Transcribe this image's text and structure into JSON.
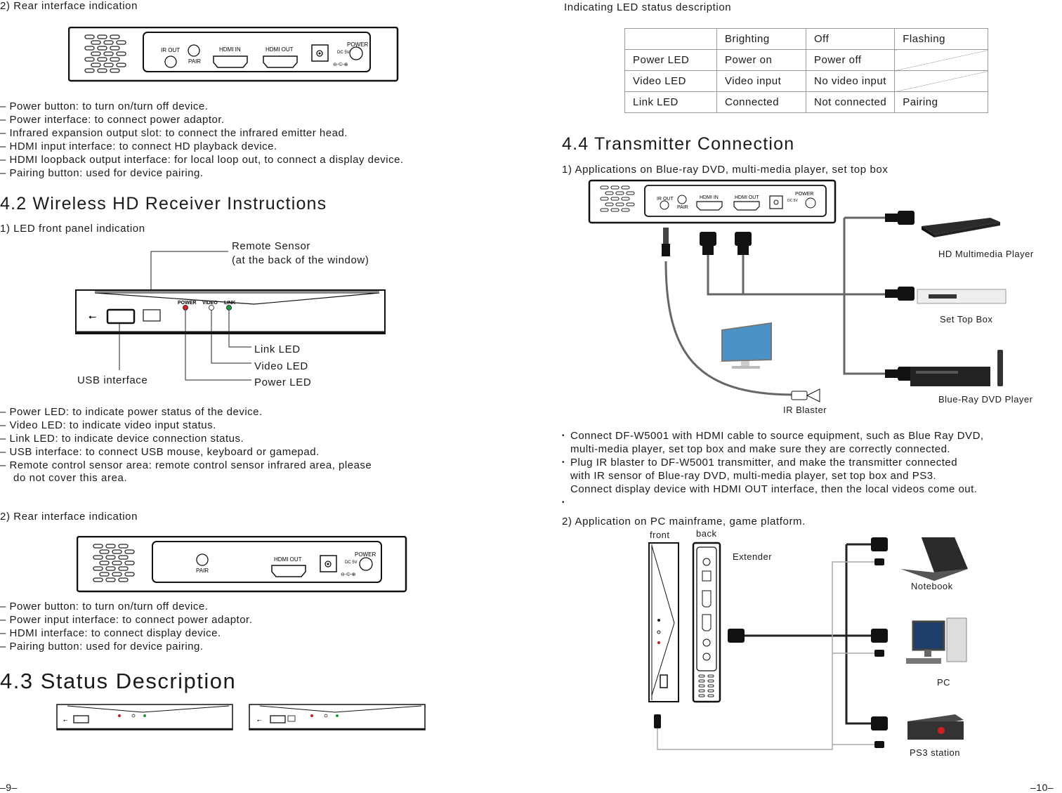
{
  "left": {
    "rear1_heading": "2) Rear interface indication",
    "rear1_device": {
      "ir_out": "IR OUT",
      "pair": "PAIR",
      "hdmi_in": "HDMI IN",
      "hdmi_out": "HDMI OUT",
      "power": "POWER",
      "dc": "DC 5V"
    },
    "rear1_bullets": [
      "Power button: to turn on/turn off device.",
      "Power interface: to connect power adaptor.",
      "Infrared expansion output slot: to connect the infrared emitter head.",
      "HDMI input interface: to connect HD playback device.",
      "HDMI loopback output interface: for local loop out, to connect a display device.",
      "Pairing button: used for device pairing."
    ],
    "section42_title": "4.2 Wireless HD Receiver Instructions",
    "led_heading": "1) LED front panel indication",
    "remote_sensor_line1": "Remote Sensor",
    "remote_sensor_line2": "(at the back of the window)",
    "front_labels": {
      "power": "POWER",
      "video": "VIDEO",
      "link": "LINK"
    },
    "link_led": "Link LED",
    "video_led": "Video LED",
    "power_led": "Power LED",
    "usb_interface": "USB interface",
    "led_bullets": [
      "Power LED: to indicate power status of the device.",
      "Video LED: to indicate video input status.",
      "Link LED: to indicate device connection status.",
      "USB interface: to connect USB mouse, keyboard or gamepad.",
      "Remote control sensor area: remote control sensor infrared area, please"
    ],
    "led_bullet_cont": "do not cover this area.",
    "rear2_heading": "2) Rear interface indication",
    "rear2_device": {
      "pair": "PAIR",
      "hdmi_out": "HDMI OUT",
      "power": "POWER",
      "dc": "DC 5V"
    },
    "rear2_bullets": [
      "Power button: to turn on/turn off device.",
      "Power input interface: to connect power adaptor.",
      "HDMI interface: to connect display device.",
      "Pairing button: used for device pairing."
    ],
    "section43_title": "4.3 Status Description",
    "page_number": "–9–"
  },
  "right": {
    "status_heading": "Indicating LED status description",
    "status_table": {
      "header": [
        "",
        "Brighting",
        "Off",
        "Flashing"
      ],
      "rows": [
        [
          "Power LED",
          "Power on",
          "Power off",
          ""
        ],
        [
          "Video LED",
          "Video input",
          "No video input",
          ""
        ],
        [
          "Link LED",
          "Connected",
          "Not connected",
          "Pairing"
        ]
      ]
    },
    "section44_title": "4.4 Transmitter Connection",
    "app1_heading": "1) Applications on Blue-ray DVD, multi-media player, set top box",
    "devices": {
      "hd_player": "HD Multimedia Player",
      "set_top_box": "Set Top Box",
      "bluray": "Blue-Ray DVD Player",
      "ir_blaster": "IR Blaster"
    },
    "app1_bullets": [
      [
        "Connect DF-W5001 with HDMI cable to source equipment, such as Blue Ray DVD,",
        "multi-media player, set top box and make sure they are correctly connected."
      ],
      [
        "Plug IR blaster to DF-W5001 transmitter, and make the transmitter connected",
        "with IR sensor of Blue-ray DVD, multi-media player, set top box and PS3.",
        "Connect display device with HDMI OUT interface, then the local videos come out."
      ],
      [
        ""
      ]
    ],
    "app2_heading": "2) Application on PC mainframe, game platform.",
    "front_label": "front",
    "back_label": "back",
    "extender_label": "Extender",
    "devices2": {
      "notebook": "Notebook",
      "pc": "PC",
      "ps3": "PS3 station"
    },
    "page_number": "–10–"
  }
}
